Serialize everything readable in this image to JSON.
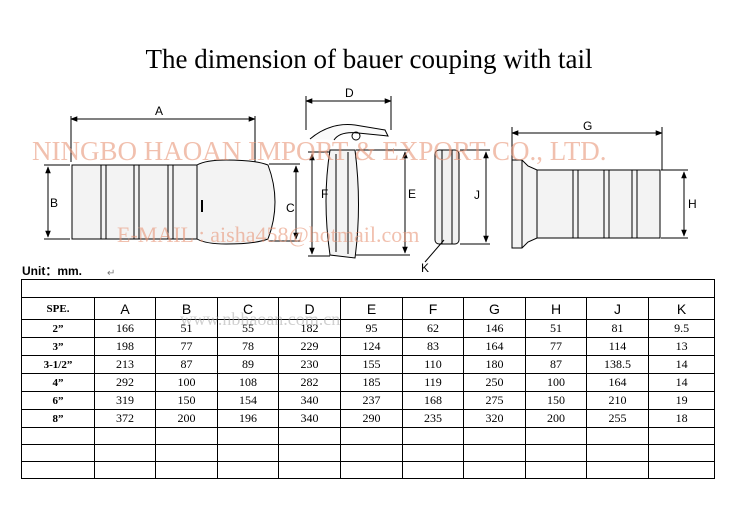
{
  "title": "The dimension of bauer couping with tail",
  "watermarks": {
    "company": "NINGBO HAOAN IMPORT & EXPORT CO., LTD.",
    "email": "E-MAIL : aisha458@hotmail.com",
    "website": "www.nbhaoan.com.cn"
  },
  "drawing_labels": {
    "A": "A",
    "B": "B",
    "C": "C",
    "D": "D",
    "E": "E",
    "F": "F",
    "G": "G",
    "H": "H",
    "J": "J",
    "K": "K"
  },
  "unit_label": "Unit：mm.",
  "unit_mark": "↵",
  "table": {
    "header": [
      "SPE.",
      "A",
      "B",
      "C",
      "D",
      "E",
      "F",
      "G",
      "H",
      "J",
      "K"
    ],
    "rows": [
      [
        "2”",
        "166",
        "51",
        "55",
        "182",
        "95",
        "62",
        "146",
        "51",
        "81",
        "9.5"
      ],
      [
        "3”",
        "198",
        "77",
        "78",
        "229",
        "124",
        "83",
        "164",
        "77",
        "114",
        "13"
      ],
      [
        "3-1/2”",
        "213",
        "87",
        "89",
        "230",
        "155",
        "110",
        "180",
        "87",
        "138.5",
        "14"
      ],
      [
        "4”",
        "292",
        "100",
        "108",
        "282",
        "185",
        "119",
        "250",
        "100",
        "164",
        "14"
      ],
      [
        "6”",
        "319",
        "150",
        "154",
        "340",
        "237",
        "168",
        "275",
        "150",
        "210",
        "19"
      ],
      [
        "8”",
        "372",
        "200",
        "196",
        "340",
        "290",
        "235",
        "320",
        "200",
        "255",
        "18"
      ]
    ]
  }
}
